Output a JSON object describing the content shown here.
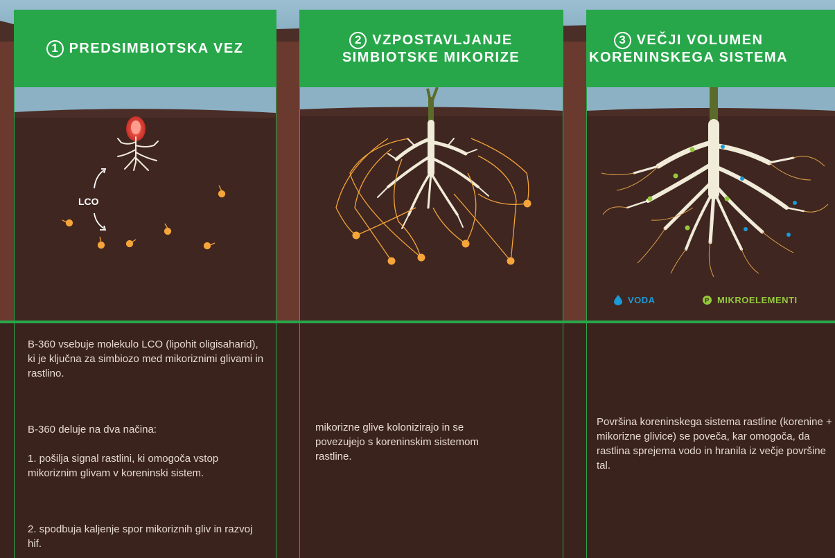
{
  "colors": {
    "header_bg": "#27a74a",
    "soil": "#3e2620",
    "sky": "#8bb0c4",
    "root": "#f1ebd9",
    "spore": "#f5a53a",
    "water": "#1a9ad6",
    "micro": "#95c93d"
  },
  "panels": [
    {
      "number": "1",
      "title_lines": [
        "PREDSIMBIOTSKA VEZ"
      ],
      "label": "LCO",
      "paragraphs": [
        "B-360 vsebuje molekulo LCO (lipohit oligisaharid), ki je ključna za simbiozo med mikoriznimi glivami in rastlino.",
        "B-360 deluje na dva načina:",
        "1. pošilja signal rastlini, ki omogoča vstop mikoriznim glivam v koreninski sistem.",
        "2. spodbuja kaljenje spor mikoriznih gliv in razvoj hif."
      ]
    },
    {
      "number": "2",
      "title_lines": [
        "VZPOSTAVLJANJE",
        "SIMBIOTSKE MIKORIZE"
      ],
      "paragraphs": [
        "mikorizne glive kolonizirajo in se povezujejo s koreninskim sistemom rastline."
      ]
    },
    {
      "number": "3",
      "title_lines": [
        "VEČJI VOLUMEN",
        "KORENINSKEGA SISTEMA"
      ],
      "legend": {
        "water_label": "VODA",
        "water_icon": "water-drop-icon",
        "micro_label": "MIKROELEMENTI",
        "micro_icon": "phosphorus-dot-icon",
        "micro_symbol": "P"
      },
      "paragraphs": [
        "Površina koreninskega sistema rastline (korenine + mikorizne glivice) se poveča, kar omogoča, da rastlina sprejema vodo in hranila iz večje površine tal."
      ]
    }
  ]
}
